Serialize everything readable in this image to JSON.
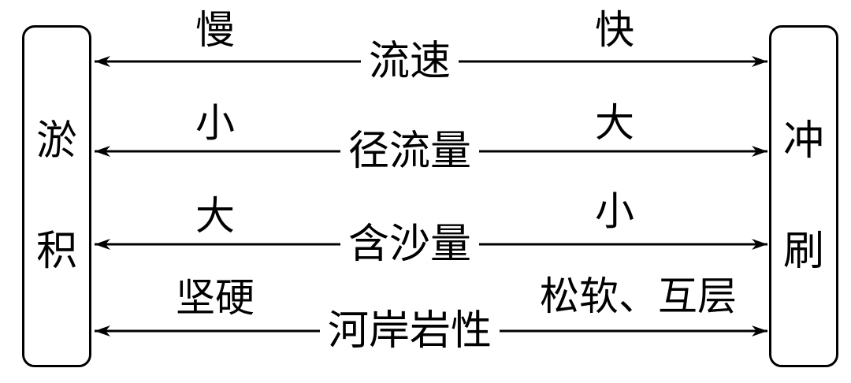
{
  "left_box": {
    "chars": [
      "淤",
      "积"
    ]
  },
  "right_box": {
    "chars": [
      "冲",
      "刷"
    ]
  },
  "rows": [
    {
      "factor": "流速",
      "left": "慢",
      "right": "快"
    },
    {
      "factor": "径流量",
      "left": "小",
      "right": "大"
    },
    {
      "factor": "含沙量",
      "left": "大",
      "right": "小"
    },
    {
      "factor": "河岸岩性",
      "left": "坚硬",
      "right": "松软、互层"
    }
  ],
  "colors": {
    "stroke": "#000000",
    "background": "#ffffff"
  }
}
